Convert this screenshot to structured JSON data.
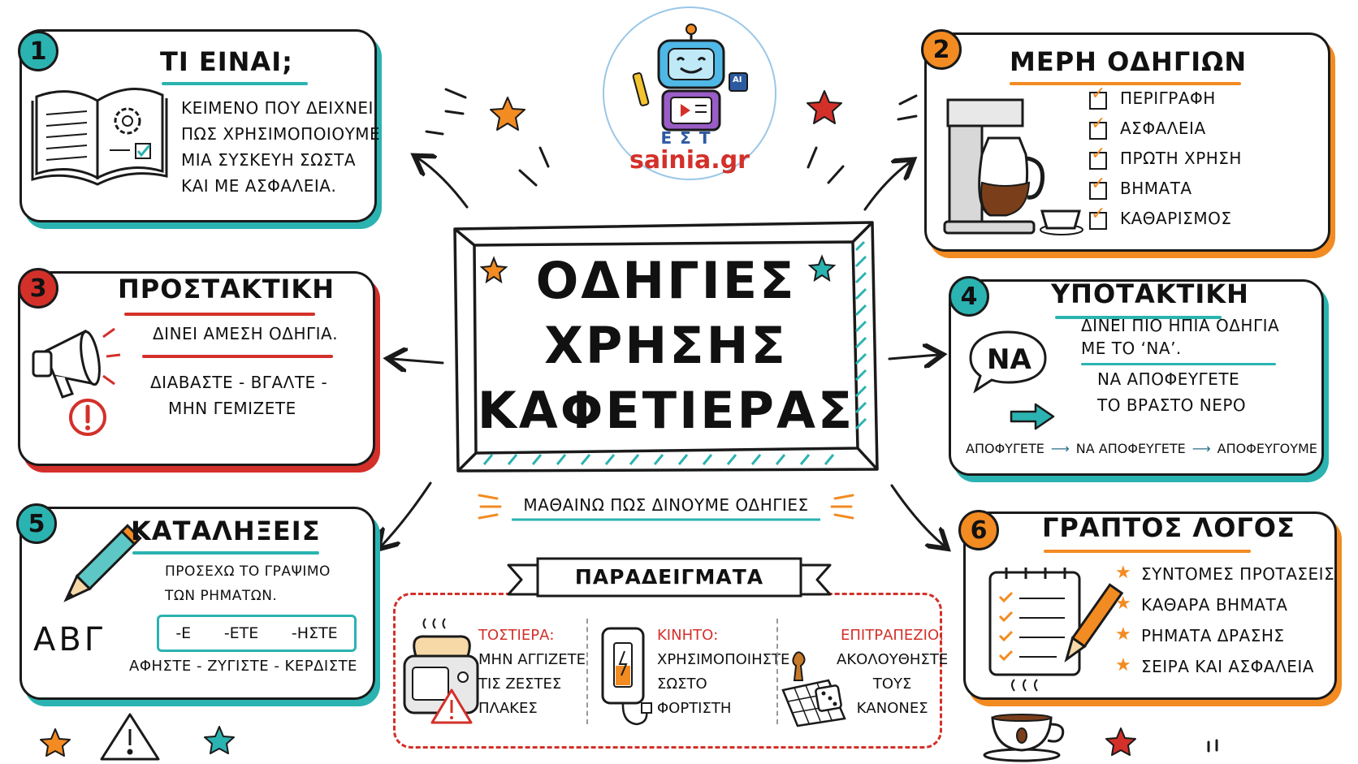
{
  "center": {
    "title_lines": [
      "ΟΔΗΓΙΕΣ",
      "ΧΡΗΣΗΣ",
      "ΚΑΦΕΤΙΕΡΑΣ"
    ],
    "subtitle": "ΜΑΘΑΙΝΩ ΠΩΣ ΔΙΝΟΥΜΕ ΟΔΗΓΙΕΣ"
  },
  "logo": {
    "text": "sainia.gr",
    "chip": "AI",
    "letters": "ΕΣΤ"
  },
  "cards": {
    "c1": {
      "number": "1",
      "title": "ΤΙ ΕΙΝΑΙ;",
      "lines": [
        "ΚΕΙΜΕΝΟ ΠΟΥ ΔΕΙΧΝΕΙ",
        "ΠΩΣ ΧΡΗΣΙΜΟΠΟΙΟΥΜΕ",
        "ΜΙΑ ΣΥΣΚΕΥΗ ΣΩΣΤΑ",
        "ΚΑΙ ΜΕ ΑΣΦΑΛΕΙΑ."
      ]
    },
    "c2": {
      "number": "2",
      "title": "ΜΕΡΗ ΟΔΗΓΙΩΝ",
      "items": [
        "ΠΕΡΙΓΡΑΦΗ",
        "ΑΣΦΑΛΕΙΑ",
        "ΠΡΩΤΗ ΧΡΗΣΗ",
        "ΒΗΜΑΤΑ",
        "ΚΑΘΑΡΙΣΜΟΣ"
      ]
    },
    "c3": {
      "number": "3",
      "title": "ΠΡΟΣΤΑΚΤΙΚΗ",
      "line1": "ΔΙΝΕΙ ΑΜΕΣΗ ΟΔΗΓΙΑ.",
      "line2": "ΔΙΑΒΑΣΤΕ - ΒΓΑΛΤΕ -",
      "line3": "ΜΗΝ ΓΕΜΙΖΕΤΕ"
    },
    "c4": {
      "number": "4",
      "title": "ΥΠΟΤΑΚΤΙΚΗ",
      "bubble": "ΝΑ",
      "line1": "ΔΙΝΕΙ ΠΙΟ ΗΠΙΑ ΟΔΗΓΙΑ",
      "line2": "ΜΕ ΤΟ ‘ΝΑ’.",
      "example1": "ΝΑ ΑΠΟΦΕΥΓΕΤΕ",
      "example2": "ΤΟ ΒΡΑΣΤΟ ΝΕΡΟ",
      "chain": [
        "ΑΠΟΦΥΓΕΤΕ",
        "ΝΑ ΑΠΟΦΕΥΓΕΤΕ",
        "ΑΠΟΦΕΥΓΟΥΜΕ"
      ]
    },
    "c5": {
      "number": "5",
      "title": "ΚΑΤΑΛΗΞΕΙΣ",
      "line1": "ΠΡΟΣΕΧΩ ΤΟ ΓΡΑΨΙΜΟ",
      "line2": "ΤΩΝ ΡΗΜΑΤΩΝ.",
      "endings": [
        "-Ε",
        "-ΕΤΕ",
        "-ΗΣΤΕ"
      ],
      "examples": "ΑΦΗΣΤΕ - ΖΥΓΙΣΤΕ - ΚΕΡΔΙΣΤΕ",
      "letters": "ΑΒΓ"
    },
    "c6": {
      "number": "6",
      "title": "ΓΡΑΠΤΟΣ ΛΟΓΟΣ",
      "items": [
        "ΣΥΝΤΟΜΕΣ ΠΡΟΤΑΣΕΙΣ",
        "ΚΑΘΑΡΑ ΒΗΜΑΤΑ",
        "ΡΗΜΑΤΑ ΔΡΑΣΗΣ",
        "ΣΕΙΡΑ ΚΑΙ ΑΣΦΑΛΕΙΑ"
      ]
    }
  },
  "examples": {
    "banner": "ΠΑΡΑΔΕΙΓΜΑΤΑ",
    "items": [
      {
        "heading": "ΤΟΣΤΙΕΡΑ:",
        "lines": [
          "ΜΗΝ ΑΓΓΙΖΕΤΕ",
          "ΤΙΣ ΖΕΣΤΕΣ",
          "ΠΛΑΚΕΣ"
        ]
      },
      {
        "heading": "ΚΙΝΗΤΟ:",
        "lines": [
          "ΧΡΗΣΙΜΟΠΟΙΗΣΤΕ",
          "ΣΩΣΤΟ",
          "ΦΟΡΤΙΣΤΗ"
        ]
      },
      {
        "heading": "ΕΠΙΤΡΑΠΕΖΙΟ:",
        "lines": [
          "ΑΚΟΛΟΥΘΗΣΤΕ",
          "ΤΟΥΣ",
          "ΚΑΝΟΝΕΣ"
        ]
      }
    ]
  },
  "colors": {
    "teal": "#2bb3b1",
    "orange": "#f28b22",
    "red": "#d3302a",
    "ink": "#1a1a1a"
  }
}
